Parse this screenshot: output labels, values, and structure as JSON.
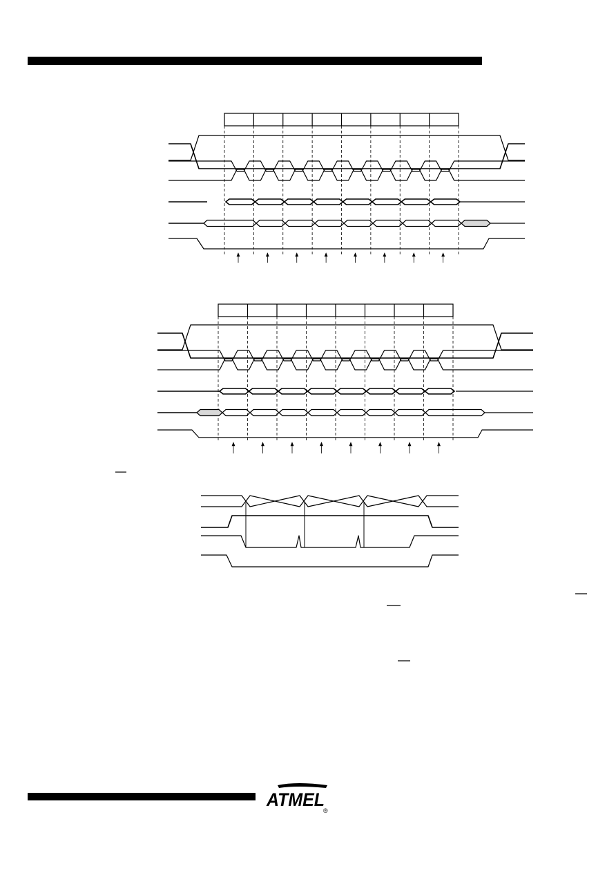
{
  "page": {
    "header_rule": "black-bar",
    "footer_rule": "black-bar",
    "logo_text": "ATMEL",
    "logo_mark": "®"
  },
  "diagrams": [
    {
      "id": "timing-diagram-top",
      "cells": 8,
      "strobes": 8,
      "shaded_data_cell": "end"
    },
    {
      "id": "timing-diagram-middle",
      "cells": 8,
      "strobes": 8,
      "shaded_data_cell": "start"
    },
    {
      "id": "timing-diagram-bottom",
      "bus_transitions": 4
    }
  ],
  "colors": {
    "ink": "#000000",
    "shade": "#d8d8d8",
    "background": "#ffffff"
  }
}
